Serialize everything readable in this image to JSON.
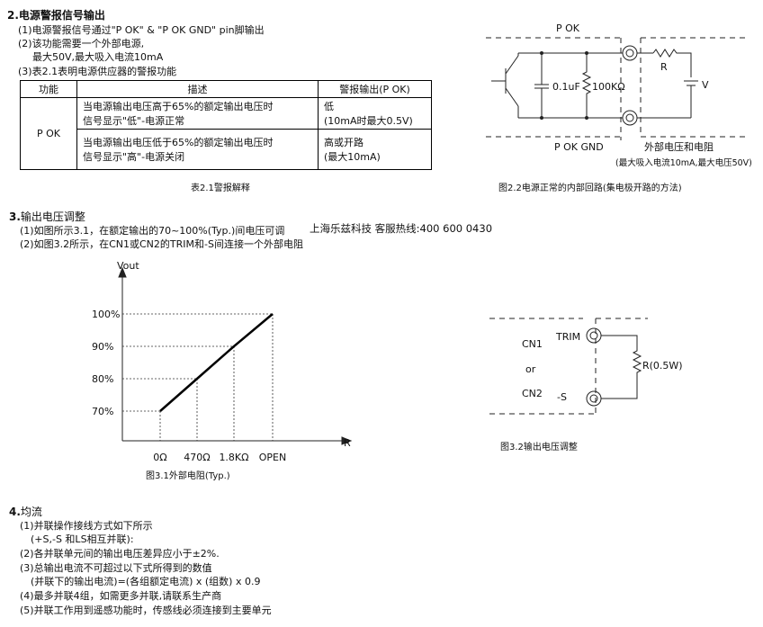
{
  "sec2": {
    "title": "2.电源警报信号输出",
    "p1": "(1)电源警报信号通过\"P OK\" & \"P OK GND\" pin脚输出",
    "p2": "(2)该功能需要一个外部电源,",
    "p2b": "最大50V,最大吸入电流10mA",
    "p3": "(3)表2.1表明电源供应器的警报功能",
    "table": {
      "headers": [
        "功能",
        "描述",
        "警报输出(P OK)"
      ],
      "func": "P OK",
      "row1_desc_a": "当电源输出电压高于65%的额定输出电压时",
      "row1_desc_b": "信号显示\"低\"-电源正常",
      "row1_out_a": "低",
      "row1_out_b": "(10mA时最大0.5V)",
      "row2_desc_a": "当电源输出电压低于65%的额定输出电压时",
      "row2_desc_b": "信号显示\"高\"-电源关闭",
      "row2_out_a": "高或开路",
      "row2_out_b": "(最大10mA)"
    },
    "table_caption": "表2.1警报解释",
    "fig22": {
      "pok": "P OK",
      "pokgnd": "P OK GND",
      "cap": "0.1uF",
      "res": "100KΩ",
      "r": "R",
      "v": "V",
      "ext1": "外部电压和电阻",
      "ext2": "(最大吸入电流10mA,最大电压50V)",
      "caption": "图2.2电源正常的内部回路(集电极开路的方法)"
    }
  },
  "sec3": {
    "title_num": "3.",
    "title": "输出电压调整",
    "p1": "(1)如图所示3.1，在额定输出的70~100%(Typ.)间电压可调",
    "contact": "上海乐兹科技 客服热线:400 600 0430",
    "p2": "(2)如图3.2所示，在CN1或CN2的TRIM和-S间连接一个外部电阻",
    "chart_caption": "图3.1外部电阻(Typ.)",
    "fig32": {
      "cn1": "CN1",
      "or": "or",
      "cn2": "CN2",
      "trim": "TRIM",
      "s": "-S",
      "r": "R(0.5W)",
      "caption": "图3.2输出电压调整"
    }
  },
  "chart_data": {
    "type": "line",
    "title": "",
    "xlabel": "R",
    "ylabel": "Vout",
    "categories": [
      "0Ω",
      "470Ω",
      "1.8KΩ",
      "OPEN"
    ],
    "y_ticks": [
      "70%",
      "80%",
      "90%",
      "100%"
    ],
    "series": [
      {
        "values": [
          70,
          80,
          90,
          100
        ]
      }
    ],
    "ylim": [
      70,
      100
    ],
    "grid": false
  },
  "sec4": {
    "title_num": "4.",
    "title": "均流",
    "l1": "(1)并联操作接线方式如下所示",
    "l2": "(+S,-S 和LS相互并联):",
    "l3": "(2)各并联单元间的输出电压差异应小于±2%.",
    "l4": "(3)总输出电流不可超过以下式所得到的数值",
    "l5": "(并联下的输出电流)=(各组额定电流) x (组数) x 0.9",
    "l6": "(4)最多并联4组，如需更多并联,请联系生产商",
    "l7": "(5)并联工作用到遥感功能时，传感线必须连接到主要单元"
  }
}
